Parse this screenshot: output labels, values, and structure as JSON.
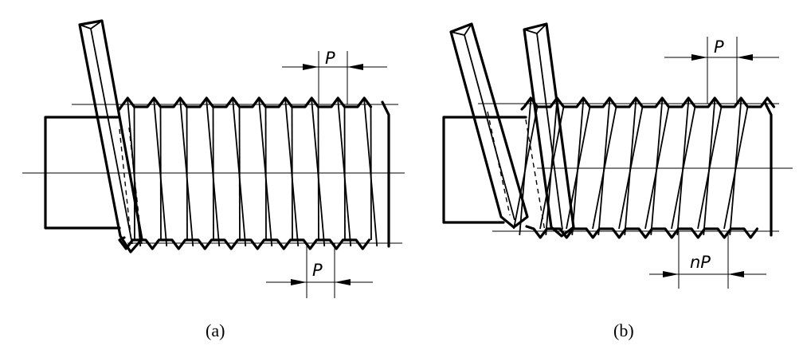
{
  "figure_a": {
    "caption": "(a)",
    "pitch_label_top": "P",
    "pitch_label_bottom": "P"
  },
  "figure_b": {
    "caption": "(b)",
    "pitch_label_top": "P",
    "lead_label_bottom": "nP"
  }
}
